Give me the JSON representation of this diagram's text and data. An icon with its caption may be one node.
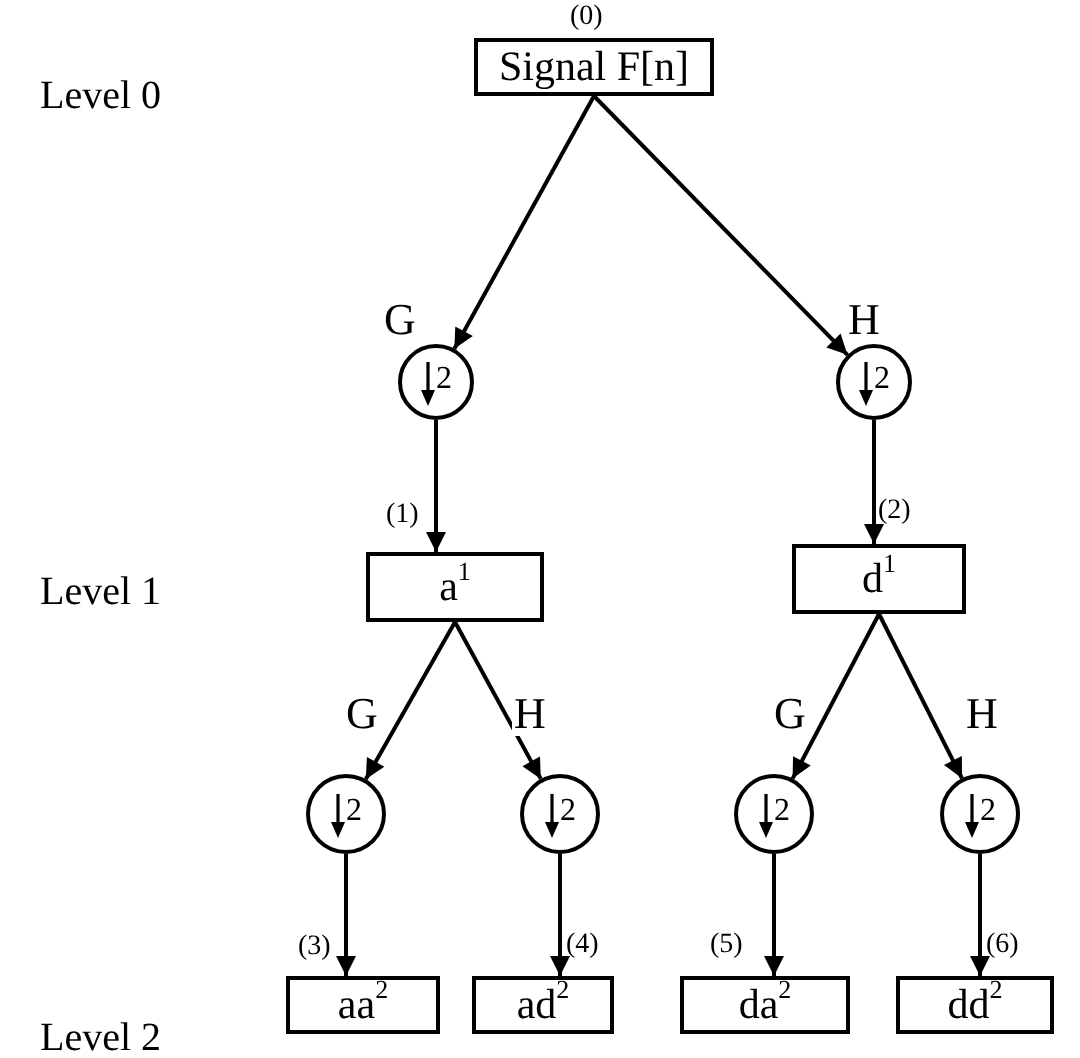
{
  "diagram": {
    "nodes": [
      {
        "text": [
          "Signal F[n]"
        ],
        "beside": [
          "(0)"
        ]
      },
      {
        "text": [
          "2"
        ]
      },
      {
        "text": [
          "2"
        ]
      },
      {
        "text": [
          "a$^{1}$"
        ],
        "beside": [
          "(1)"
        ]
      },
      {
        "text": [
          "d$^{1}$"
        ],
        "beside": [
          "(2)"
        ]
      },
      {
        "text": [
          "2"
        ]
      },
      {
        "text": [
          "2"
        ]
      },
      {
        "text": [
          "2"
        ]
      },
      {
        "text": [
          "2"
        ]
      },
      {
        "text": [
          "aa$^{2}$"
        ],
        "beside": [
          "(3)"
        ]
      },
      {
        "text": [
          "ad$^{2}$"
        ],
        "beside": [
          "(4)"
        ]
      },
      {
        "text": [
          "da$^{2}$"
        ],
        "beside": [
          "(5)"
        ]
      },
      {
        "text": [
          "dd$^{2}$"
        ],
        "beside": [
          "(6)"
        ]
      }
    ],
    "edges": [
      {
        "from": 0,
        "to": 1,
        "arrow": "to",
        "label": "G"
      },
      {
        "from": 0,
        "to": 2,
        "arrow": "to",
        "label": "H"
      },
      {
        "from": 1,
        "to": 3,
        "arrow": "to"
      },
      {
        "from": 2,
        "to": 4,
        "arrow": "to"
      },
      {
        "from": 3,
        "to": 5,
        "arrow": "to",
        "label": "G"
      },
      {
        "from": 3,
        "to": 6,
        "arrow": "to",
        "label": "H"
      },
      {
        "from": 4,
        "to": 7,
        "arrow": "to",
        "label": "G"
      },
      {
        "from": 4,
        "to": 8,
        "arrow": "to",
        "label": "H"
      },
      {
        "from": 5,
        "to": 9,
        "arrow": "to"
      },
      {
        "from": 6,
        "to": 10,
        "arrow": "to"
      },
      {
        "from": 7,
        "to": 11,
        "arrow": "to"
      },
      {
        "from": 8,
        "to": 12,
        "arrow": "to"
      }
    ],
    "labels": [
      "Level 0",
      "Level 1",
      "Level 2"
    ]
  }
}
